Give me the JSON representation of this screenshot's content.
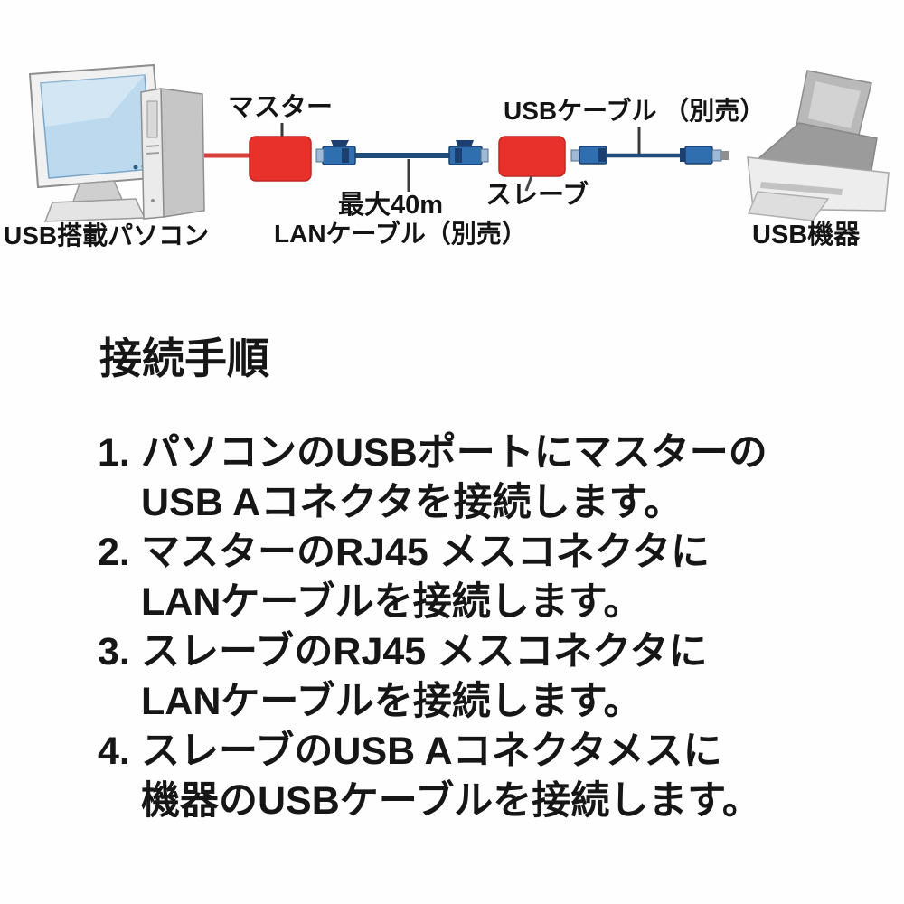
{
  "diagram": {
    "labels": {
      "master": "マスター",
      "usb_cable": "USBケーブル （別売）",
      "slave": "スレーブ",
      "max_length": "最大40m",
      "lan_cable": "LANケーブル（別売）",
      "pc": "USB搭載パソコン",
      "usb_device": "USB機器"
    },
    "colors": {
      "unit_red": "#e8312b",
      "cable_red": "#d6403a",
      "cable_blue": "#1e4d7d",
      "connector_blue": "#2f6fb0",
      "screen_blue": "#bcd9ee"
    }
  },
  "instructions": {
    "heading": "接続手順",
    "steps": [
      {
        "num": "1.",
        "line1": "パソコンのUSBポートにマスターの",
        "line2": "USB Aコネクタを接続します。"
      },
      {
        "num": "2.",
        "line1": "マスターのRJ45 メスコネクタに",
        "line2": "LANケーブルを接続します。"
      },
      {
        "num": "3.",
        "line1": "スレーブのRJ45 メスコネクタに",
        "line2": "LANケーブルを接続します。"
      },
      {
        "num": "4.",
        "line1": "スレーブのUSB Aコネクタメスに",
        "line2": "機器のUSBケーブルを接続します。"
      }
    ]
  }
}
